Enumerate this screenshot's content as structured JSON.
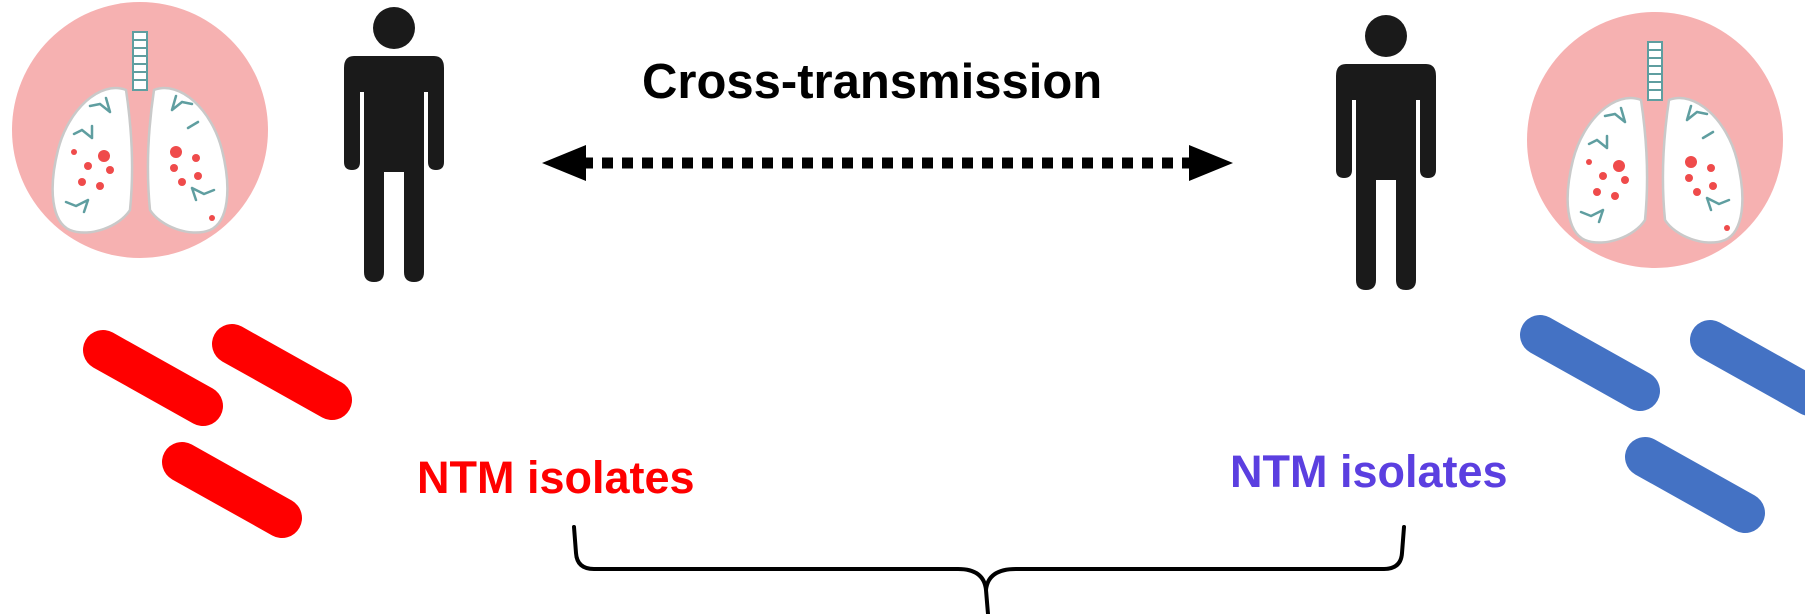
{
  "title": "Cross-transmission",
  "left_patient": {
    "isolates_label": "NTM isolates",
    "bacteria_color": "#ff0000",
    "label_color": "#ff0000",
    "icons": [
      "lungs-icon",
      "person-icon",
      "bacteria-icon"
    ]
  },
  "right_patient": {
    "isolates_label": "NTM isolates",
    "bacteria_color": "#4472c4",
    "label_color": "#5b3fe0",
    "icons": [
      "lungs-icon",
      "person-icon",
      "bacteria-icon"
    ]
  },
  "colors": {
    "lung_circle": "#f6b1b1",
    "lung_fill": "#ffffff",
    "lung_outline": "#c9c9c9",
    "airway": "#5f9ea0",
    "lesion": "#ef4b4b",
    "person": "#1a1a1a",
    "arrow": "#000000"
  }
}
